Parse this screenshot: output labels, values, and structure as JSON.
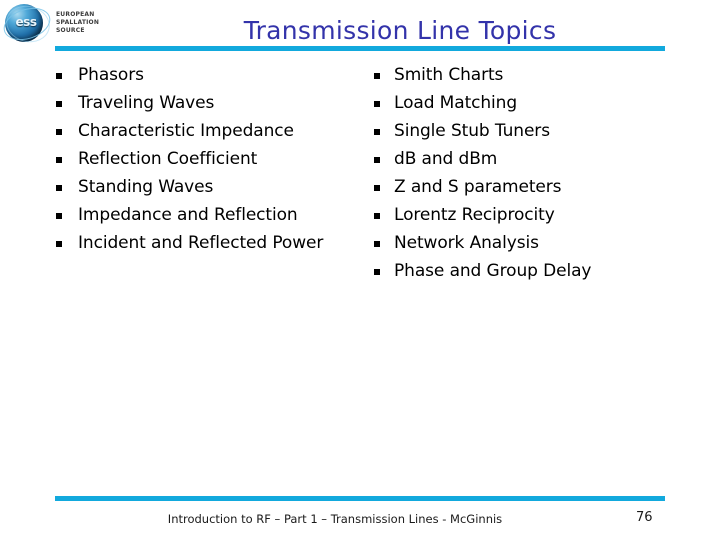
{
  "logo": {
    "mark_text": "ess",
    "org_lines": [
      "EUROPEAN",
      "SPALLATION",
      "SOURCE"
    ]
  },
  "header": {
    "title": "Transmission Line Topics",
    "title_color": "#3333aa",
    "rule_color": "#12a9dd"
  },
  "bullet_glyph": "§",
  "columns": {
    "left": [
      {
        "label": "Phasors"
      },
      {
        "label": "Traveling Waves"
      },
      {
        "label": "Characteristic Impedance"
      },
      {
        "label": "Reflection Coefficient"
      },
      {
        "label": "Standing Waves"
      },
      {
        "label": "Impedance and Reflection"
      },
      {
        "label": "Incident and Reflected Power"
      }
    ],
    "right": [
      {
        "label": "Smith Charts"
      },
      {
        "label": "Load Matching"
      },
      {
        "label": "Single Stub Tuners"
      },
      {
        "label": "dB and dBm"
      },
      {
        "label": "Z and S parameters"
      },
      {
        "label": "Lorentz Reciprocity"
      },
      {
        "label": "Network Analysis"
      },
      {
        "label": "Phase and Group Delay"
      }
    ]
  },
  "footer": {
    "text": "Introduction to RF – Part 1 – Transmission Lines - McGinnis",
    "page_number": "76"
  }
}
